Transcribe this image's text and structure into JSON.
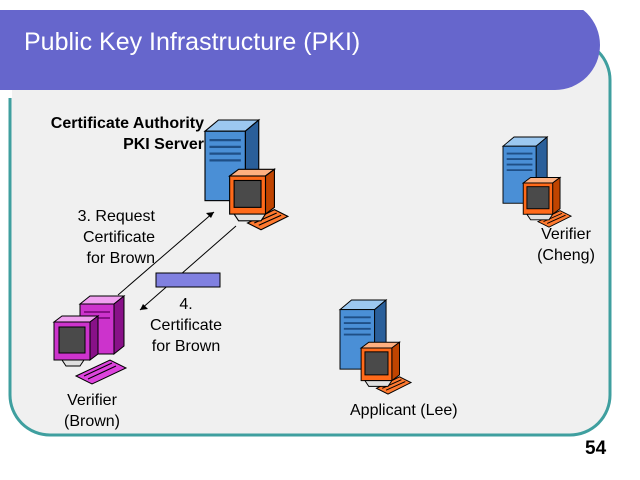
{
  "slide": {
    "title": "Public Key Infrastructure (PKI)",
    "page_number": "54"
  },
  "nodes": {
    "ca": {
      "line1": "Certificate Authority",
      "line2": "PKI Server"
    },
    "cheng": {
      "line1": "Verifier",
      "line2": "(Cheng)"
    },
    "brown": {
      "line1": "Verifier",
      "line2": "(Brown)"
    },
    "lee": {
      "label": "Applicant (Lee)"
    }
  },
  "steps": {
    "request": {
      "line1": "3. Request",
      "line2": "Certificate",
      "line3": "for Brown"
    },
    "response": {
      "line1": "4.",
      "line2": "Certificate",
      "line3": "for Brown"
    }
  },
  "colors": {
    "title_bar": "#6666cc",
    "panel_border": "#3f9f9f",
    "panel_fill": "#f0f0f0",
    "server_blue": "#4a8fd6",
    "monitor_orange": "#ff6a1a",
    "pc_magenta": "#cc33cc",
    "certificate": "#8080e0"
  }
}
